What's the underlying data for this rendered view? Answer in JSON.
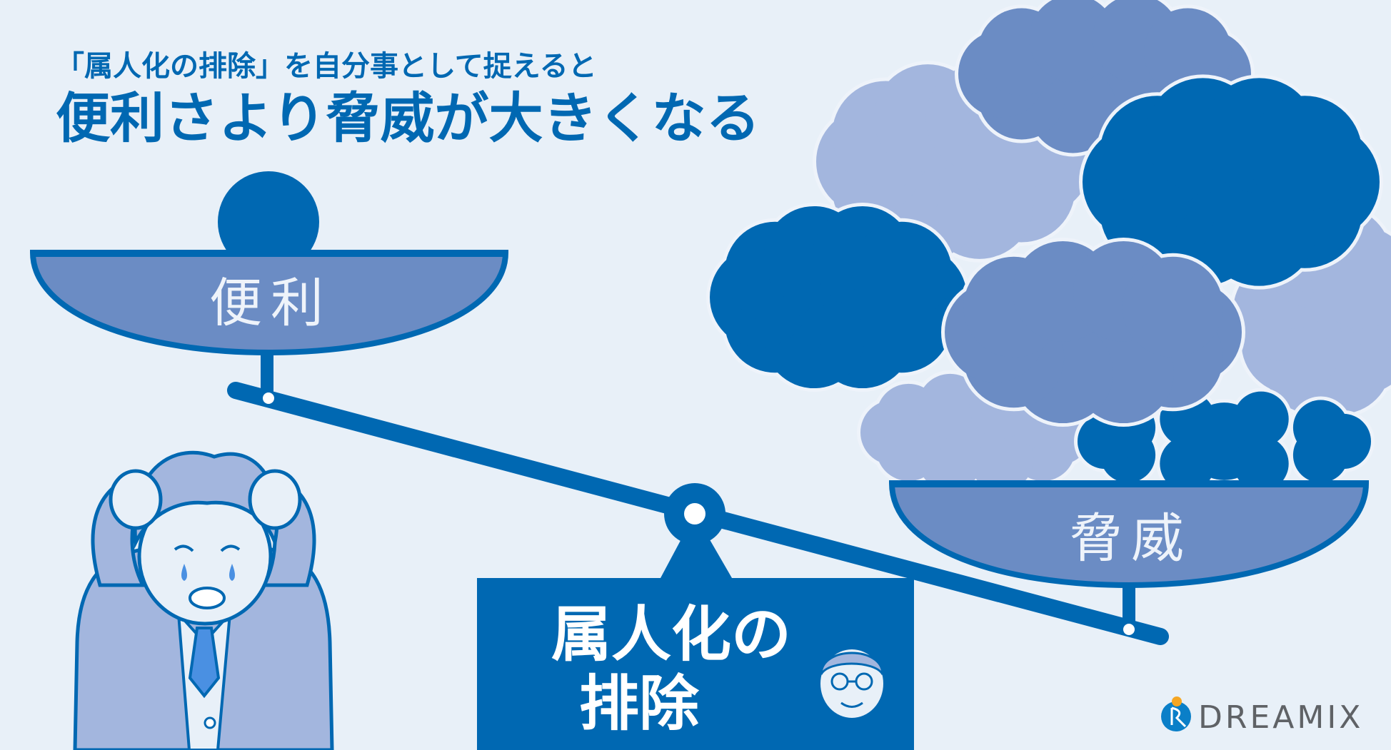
{
  "title": {
    "line1": "「属人化の排除」を自分事として捉えると",
    "line2": "便利さより脅威が大きくなる"
  },
  "scale": {
    "left_pan_label": "便利",
    "right_pan_label": "脅威",
    "fulcrum_label_line1": "属人化の",
    "fulcrum_label_line2": "排除"
  },
  "logo": {
    "text": "DREAMIX"
  },
  "colors": {
    "background": "#e8f0f8",
    "dark_blue": "#0068b2",
    "mid_blue": "#6b8cc4",
    "light_blue": "#a3b6de",
    "logo_orange": "#f5a623",
    "logo_gray": "#5f6266"
  }
}
